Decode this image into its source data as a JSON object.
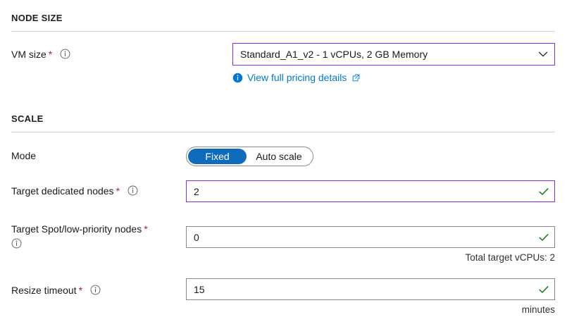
{
  "sections": {
    "node_size": {
      "title": "NODE SIZE",
      "vm_size": {
        "label": "VM size",
        "required_marker": "*",
        "info_icon": "info-circle-outline-icon",
        "dropdown_value": "Standard_A1_v2 - 1 vCPUs, 2 GB Memory",
        "dropdown_chevron": "chevron-down-icon",
        "pricing_link": {
          "icon": "info-circle-filled-icon",
          "text": "View full pricing details",
          "external_icon": "external-link-icon"
        }
      }
    },
    "scale": {
      "title": "SCALE",
      "mode": {
        "label": "Mode",
        "options": [
          "Fixed",
          "Auto scale"
        ],
        "selected": "Fixed"
      },
      "target_dedicated_nodes": {
        "label": "Target dedicated nodes",
        "required_marker": "*",
        "info_icon": "info-circle-outline-icon",
        "value": "2",
        "validation_icon": "checkmark-icon",
        "focused": true
      },
      "target_spot_nodes": {
        "label": "Target Spot/low-priority nodes",
        "required_marker": "*",
        "info_icon": "info-circle-outline-icon",
        "value": "0",
        "validation_icon": "checkmark-icon",
        "helper_text": "Total target vCPUs: 2"
      },
      "resize_timeout": {
        "label": "Resize timeout",
        "required_marker": "*",
        "info_icon": "info-circle-outline-icon",
        "value": "15",
        "validation_icon": "checkmark-icon",
        "helper_text": "minutes"
      }
    }
  },
  "colors": {
    "accent_blue": "#0078d4",
    "toggle_blue": "#0f6cbd",
    "focus_purple": "#8a2be2",
    "required_red": "#a4262c",
    "success_green": "#107c10",
    "border_gray": "#8a8886",
    "divider_gray": "#d2d0ce"
  }
}
